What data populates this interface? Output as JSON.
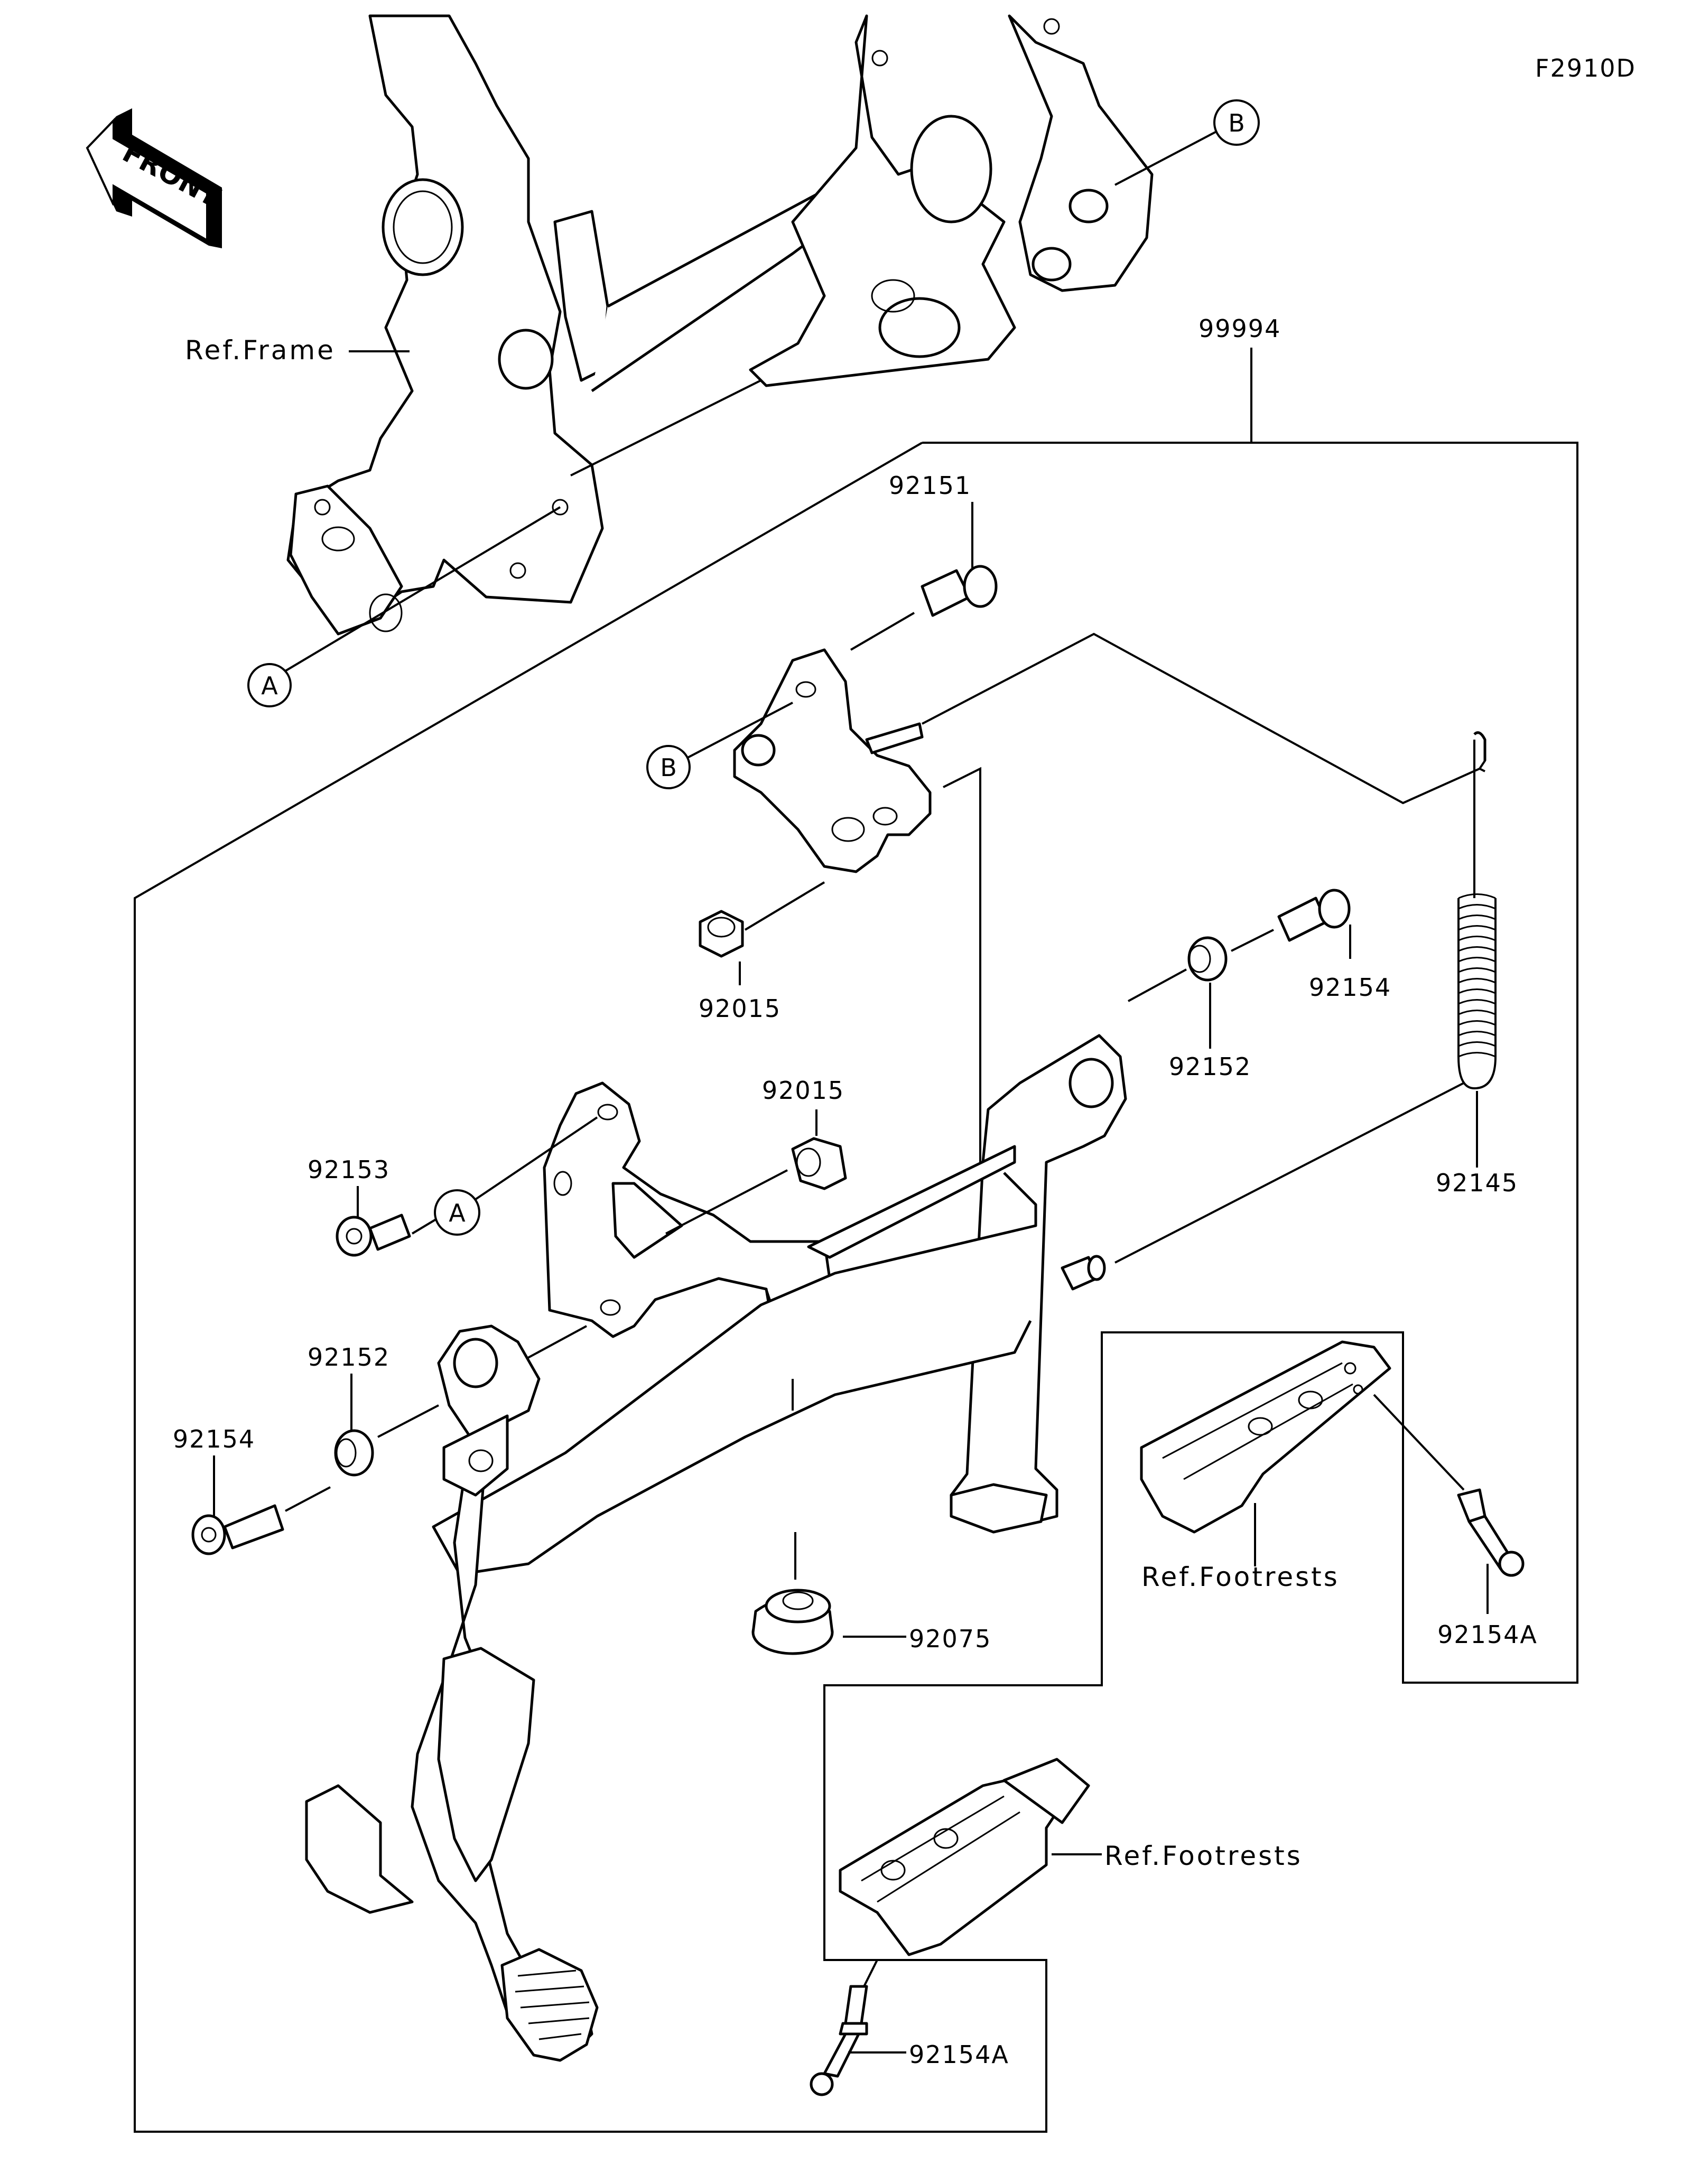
{
  "diagram": {
    "figure_code": "F2910D",
    "front_indicator": "FRONT",
    "colors": {
      "line": "#000000",
      "background": "#ffffff"
    },
    "assembly_number": "99994",
    "reference_labels": {
      "frame": "Ref.Frame",
      "footrests_upper": "Ref.Footrests",
      "footrests_lower": "Ref.Footrests"
    },
    "ref_markers": {
      "A_top": "A",
      "B_top": "B",
      "A_bracket": "A",
      "B_bracket": "B"
    },
    "parts": [
      {
        "id": "p92151",
        "number": "92151",
        "description": "bolt"
      },
      {
        "id": "p92015a",
        "number": "92015",
        "description": "nut (upper bracket)"
      },
      {
        "id": "p92154a",
        "number": "92154",
        "description": "bolt (right)"
      },
      {
        "id": "p92152a",
        "number": "92152",
        "description": "collar (right)"
      },
      {
        "id": "p92145",
        "number": "92145",
        "description": "spring"
      },
      {
        "id": "p92015b",
        "number": "92015",
        "description": "nut (lower bracket)"
      },
      {
        "id": "p92153",
        "number": "92153",
        "description": "bolt"
      },
      {
        "id": "p92152b",
        "number": "92152",
        "description": "collar (left)"
      },
      {
        "id": "p92154b",
        "number": "92154",
        "description": "bolt (left)"
      },
      {
        "id": "p92075",
        "number": "92075",
        "description": "rubber stopper"
      },
      {
        "id": "p92154A_upper",
        "number": "92154A",
        "description": "pin (upper footrest)"
      },
      {
        "id": "p92154A_lower",
        "number": "92154A",
        "description": "pin (lower footrest)"
      }
    ]
  }
}
